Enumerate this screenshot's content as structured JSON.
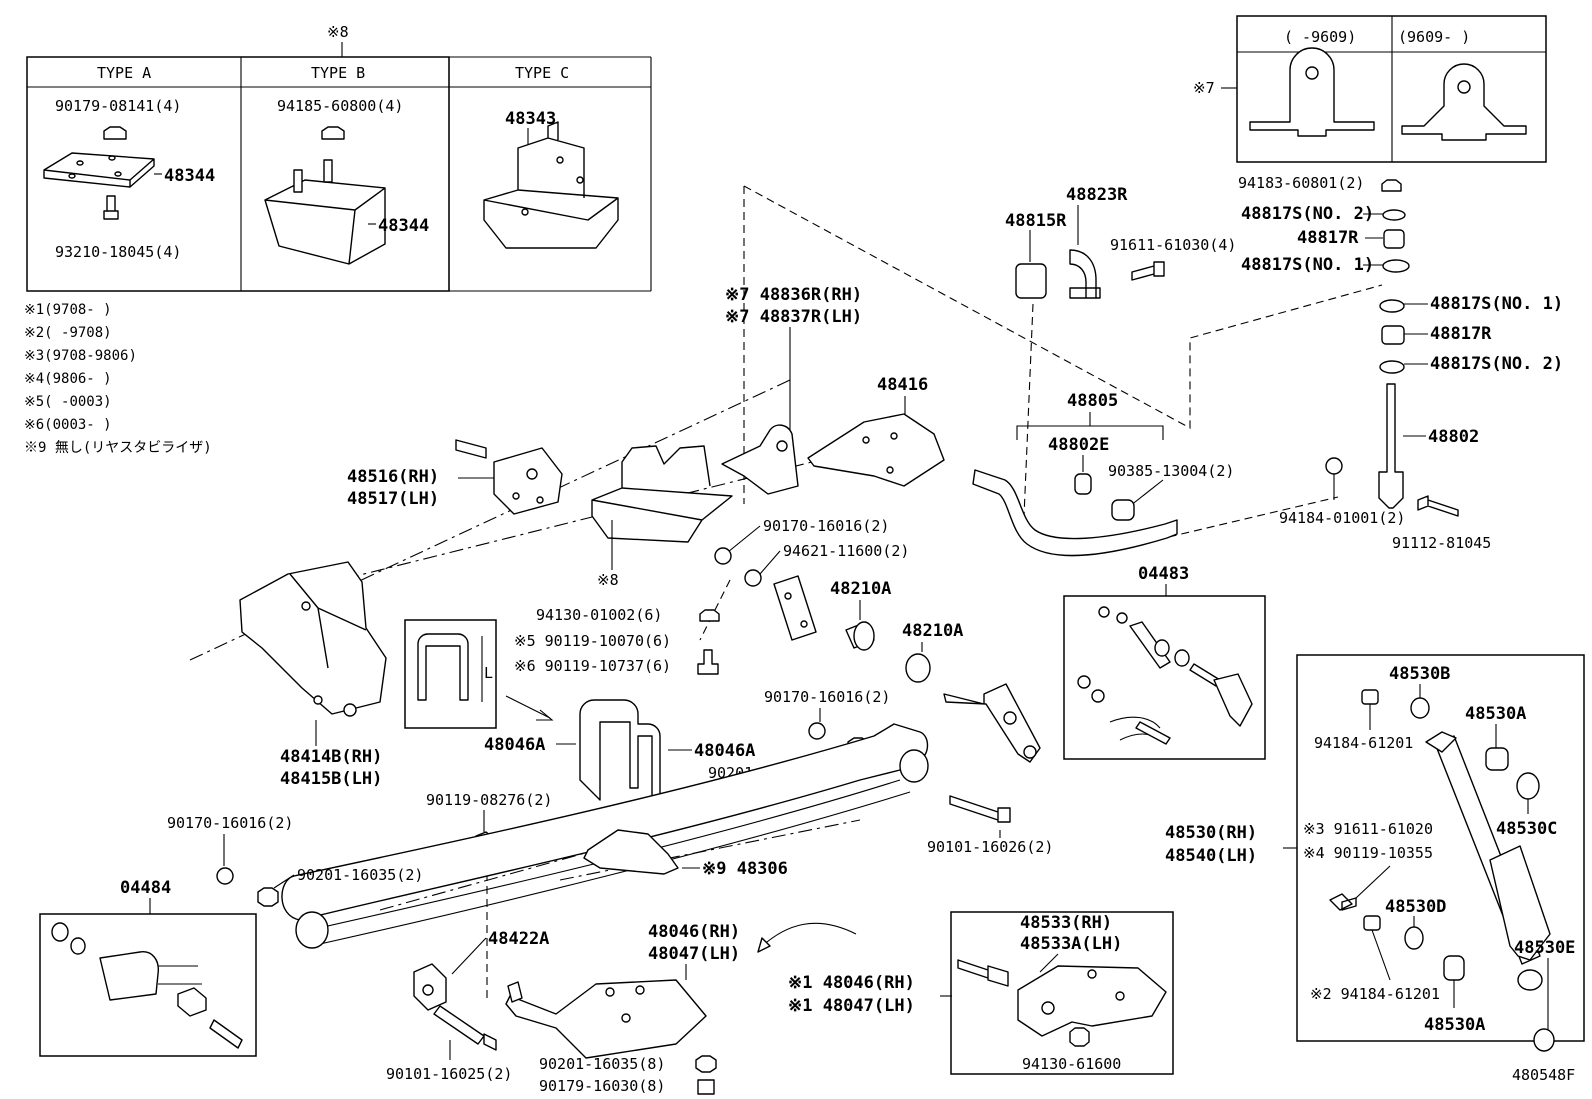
{
  "diagram_id": "480548F",
  "type_table": {
    "marker": "※8",
    "headers": [
      "TYPE A",
      "TYPE B",
      "TYPE C"
    ],
    "type_a": {
      "nut": "90179-08141(4)",
      "plate": "48344",
      "bolt": "93210-18045(4)"
    },
    "type_b": {
      "nut": "94185-60800(4)",
      "bracket": "48344"
    },
    "type_c": {
      "bracket": "48343"
    }
  },
  "variant_table": {
    "marker": "※7",
    "headers": [
      "(    -9609)",
      "(9609-    )"
    ]
  },
  "notes": [
    "※1(9708-    )",
    "※2(    -9708)",
    "※3(9708-9806)",
    "※4(9806-    )",
    "※5(    -0003)",
    "※6(0003-    )",
    "※9 無し(リヤスタビライザ)"
  ],
  "labels": {
    "p48823R": "48823R",
    "p48815R": "48815R",
    "p91611": "91611-61030(4)",
    "p94183": "94183-60801(2)",
    "p48817S_no2_top": "48817S(NO. 2)",
    "p48817R_top": "48817R",
    "p48817S_no1_top": "48817S(NO. 1)",
    "p48817S_no1_bot": "48817S(NO. 1)",
    "p48817R_bot": "48817R",
    "p48817S_no2_bot": "48817S(NO. 2)",
    "p48802": "48802",
    "p48805": "48805",
    "p48802E": "48802E",
    "p90385": "90385-13004(2)",
    "p94184_01001": "94184-01001(2)",
    "p91112": "91112-81045",
    "p48836R": "※7 48836R(RH)",
    "p48837R": "※7 48837R(LH)",
    "p48416": "48416",
    "p48516": "48516(RH)",
    "p48517": "48517(LH)",
    "p_mark8": "※8",
    "p90170_a": "90170-16016(2)",
    "p94621": "94621-11600(2)",
    "p48210A_a": "48210A",
    "p48210A_b": "48210A",
    "p94130_01002": "94130-01002(6)",
    "p90119_10070": "※5 90119-10070(6)",
    "p90119_10737": "※6 90119-10737(6)",
    "p90170_b": "90170-16016(2)",
    "p04483": "04483",
    "p48414B": "48414B(RH)",
    "p48415B": "48415B(LH)",
    "p48046A_a": "48046A",
    "p48046A_b": "48046A",
    "p90201_a": "90201-16035(2)",
    "p90119_08276": "90119-08276(2)",
    "p90101_16026": "90101-16026(2)",
    "p90170_c": "90170-16016(2)",
    "p90201_b": "90201-16035(2)",
    "p48306": "※9 48306",
    "p04484": "04484",
    "p48422A": "48422A",
    "p48046RH": "48046(RH)",
    "p48047LH": "48047(LH)",
    "p48046RH_s1": "※1 48046(RH)",
    "p48047LH_s1": "※1 48047(LH)",
    "p90101_16025": "90101-16025(2)",
    "p90201_c": "90201-16035(8)",
    "p90179_16030": "90179-16030(8)",
    "p48533RH": "48533(RH)",
    "p48533ALH": "48533A(LH)",
    "p94130_61600": "94130-61600",
    "p48530B": "48530B",
    "p94184_61201": "94184-61201",
    "p48530A_top": "48530A",
    "p48530RH": "48530(RH)",
    "p48540LH": "48540(LH)",
    "p91611_61020": "※3 91611-61020",
    "p90119_10355": "※4 90119-10355",
    "p48530C": "48530C",
    "p48530D": "48530D",
    "p94184_61201_s2": "※2 94184-61201",
    "p48530E": "48530E",
    "p48530A_bot": "48530A",
    "p_L": "L"
  }
}
